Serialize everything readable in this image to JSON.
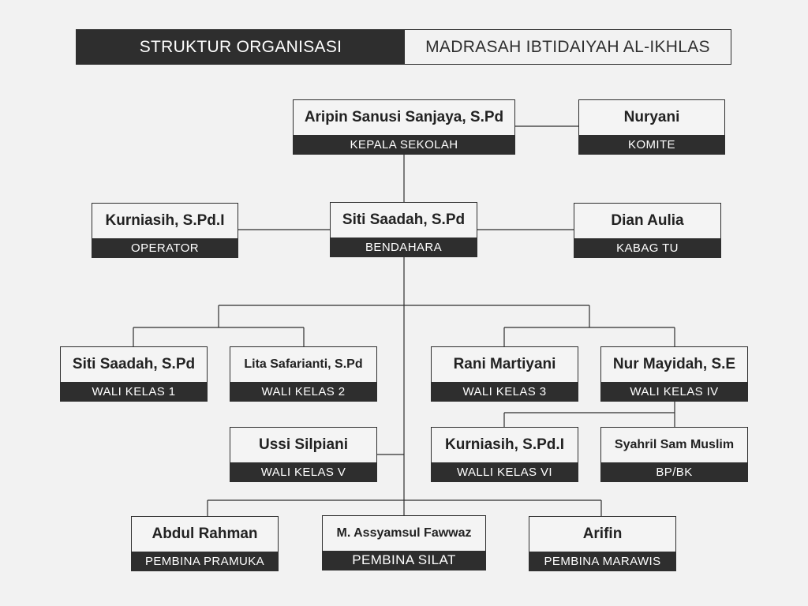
{
  "header": {
    "left": "STRUKTUR ORGANISASI",
    "right": "MADRASAH IBTIDAIYAH AL-IKHLAS"
  },
  "nodes": {
    "kepala": {
      "name": "Aripin Sanusi Sanjaya, S.Pd",
      "role": "KEPALA SEKOLAH"
    },
    "komite": {
      "name": "Nuryani",
      "role": "KOMITE"
    },
    "operator": {
      "name": "Kurniasih, S.Pd.I",
      "role": "OPERATOR"
    },
    "bendahara": {
      "name": "Siti Saadah, S.Pd",
      "role": "BENDAHARA"
    },
    "kabag_tu": {
      "name": "Dian Aulia",
      "role": "KABAG TU"
    },
    "wali1": {
      "name": "Siti Saadah, S.Pd",
      "role": "WALI KELAS 1"
    },
    "wali2": {
      "name": "Lita Safarianti, S.Pd",
      "role": "WALI KELAS 2"
    },
    "wali3": {
      "name": "Rani Martiyani",
      "role": "WALI KELAS 3"
    },
    "wali4": {
      "name": "Nur Mayidah, S.E",
      "role": "WALI KELAS IV"
    },
    "wali5": {
      "name": "Ussi Silpiani",
      "role": "WALI KELAS V"
    },
    "wali6": {
      "name": "Kurniasih, S.Pd.I",
      "role": "WALLI KELAS VI"
    },
    "bpbk": {
      "name": "Syahril Sam Muslim",
      "role": "BP/BK"
    },
    "pramuka": {
      "name": "Abdul Rahman",
      "role": "PEMBINA PRAMUKA"
    },
    "silat": {
      "name": "M. Assyamsul Fawwaz",
      "role": "PEMBINA SILAT"
    },
    "marawis": {
      "name": "Arifin",
      "role": "PEMBINA MARAWIS"
    }
  }
}
